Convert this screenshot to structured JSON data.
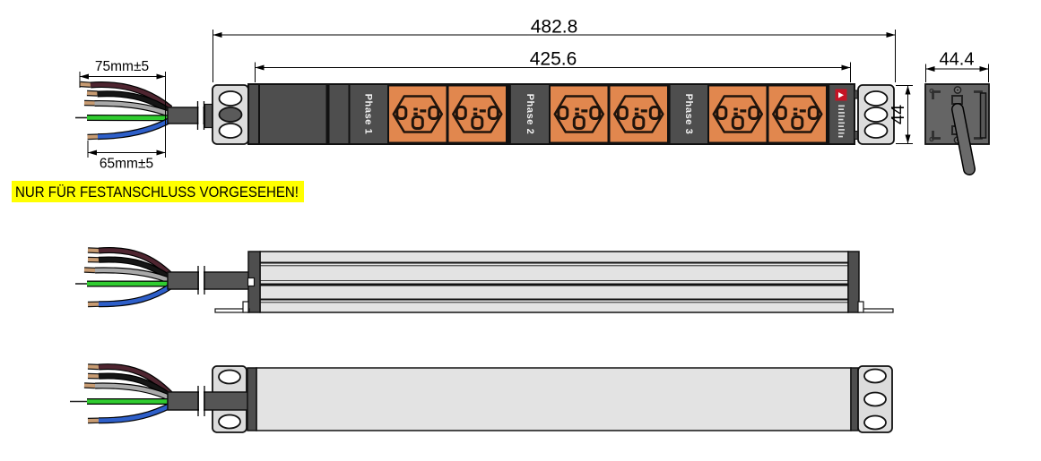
{
  "dimensions": {
    "overall_width": "482.8",
    "rail_width": "425.6",
    "wire_upper": "75mm±5",
    "wire_lower": "65mm±5",
    "panel_height": "44",
    "side_depth": "44.4"
  },
  "note": {
    "text": "NUR FÜR FESTANSCHLUSS VORGESEHEN!",
    "highlight_color": "#FFFF00"
  },
  "labels": {
    "phases": [
      "Phase 1",
      "Phase 2",
      "Phase 3"
    ]
  },
  "sockets": {
    "count": 6,
    "per_phase": 2,
    "icon": "swiss-socket",
    "color": "#E1874E"
  },
  "brand_badge": {
    "logo_color": "#C41425",
    "wordmark_legible": false
  },
  "wires": {
    "colors_top_to_bottom": [
      "dark-red",
      "black",
      "grey",
      "green",
      "blue"
    ],
    "hex": [
      "#4E2530",
      "#151515",
      "#A9A9A9",
      "#30CC30",
      "#2E5FC9"
    ]
  },
  "palette": {
    "panel_dark": "#4E4E4E",
    "bracket_grey": "#DCDCDC",
    "body_light": "#E3E3E3",
    "cable_grey": "#555555",
    "dimension_lines": "#000000"
  }
}
